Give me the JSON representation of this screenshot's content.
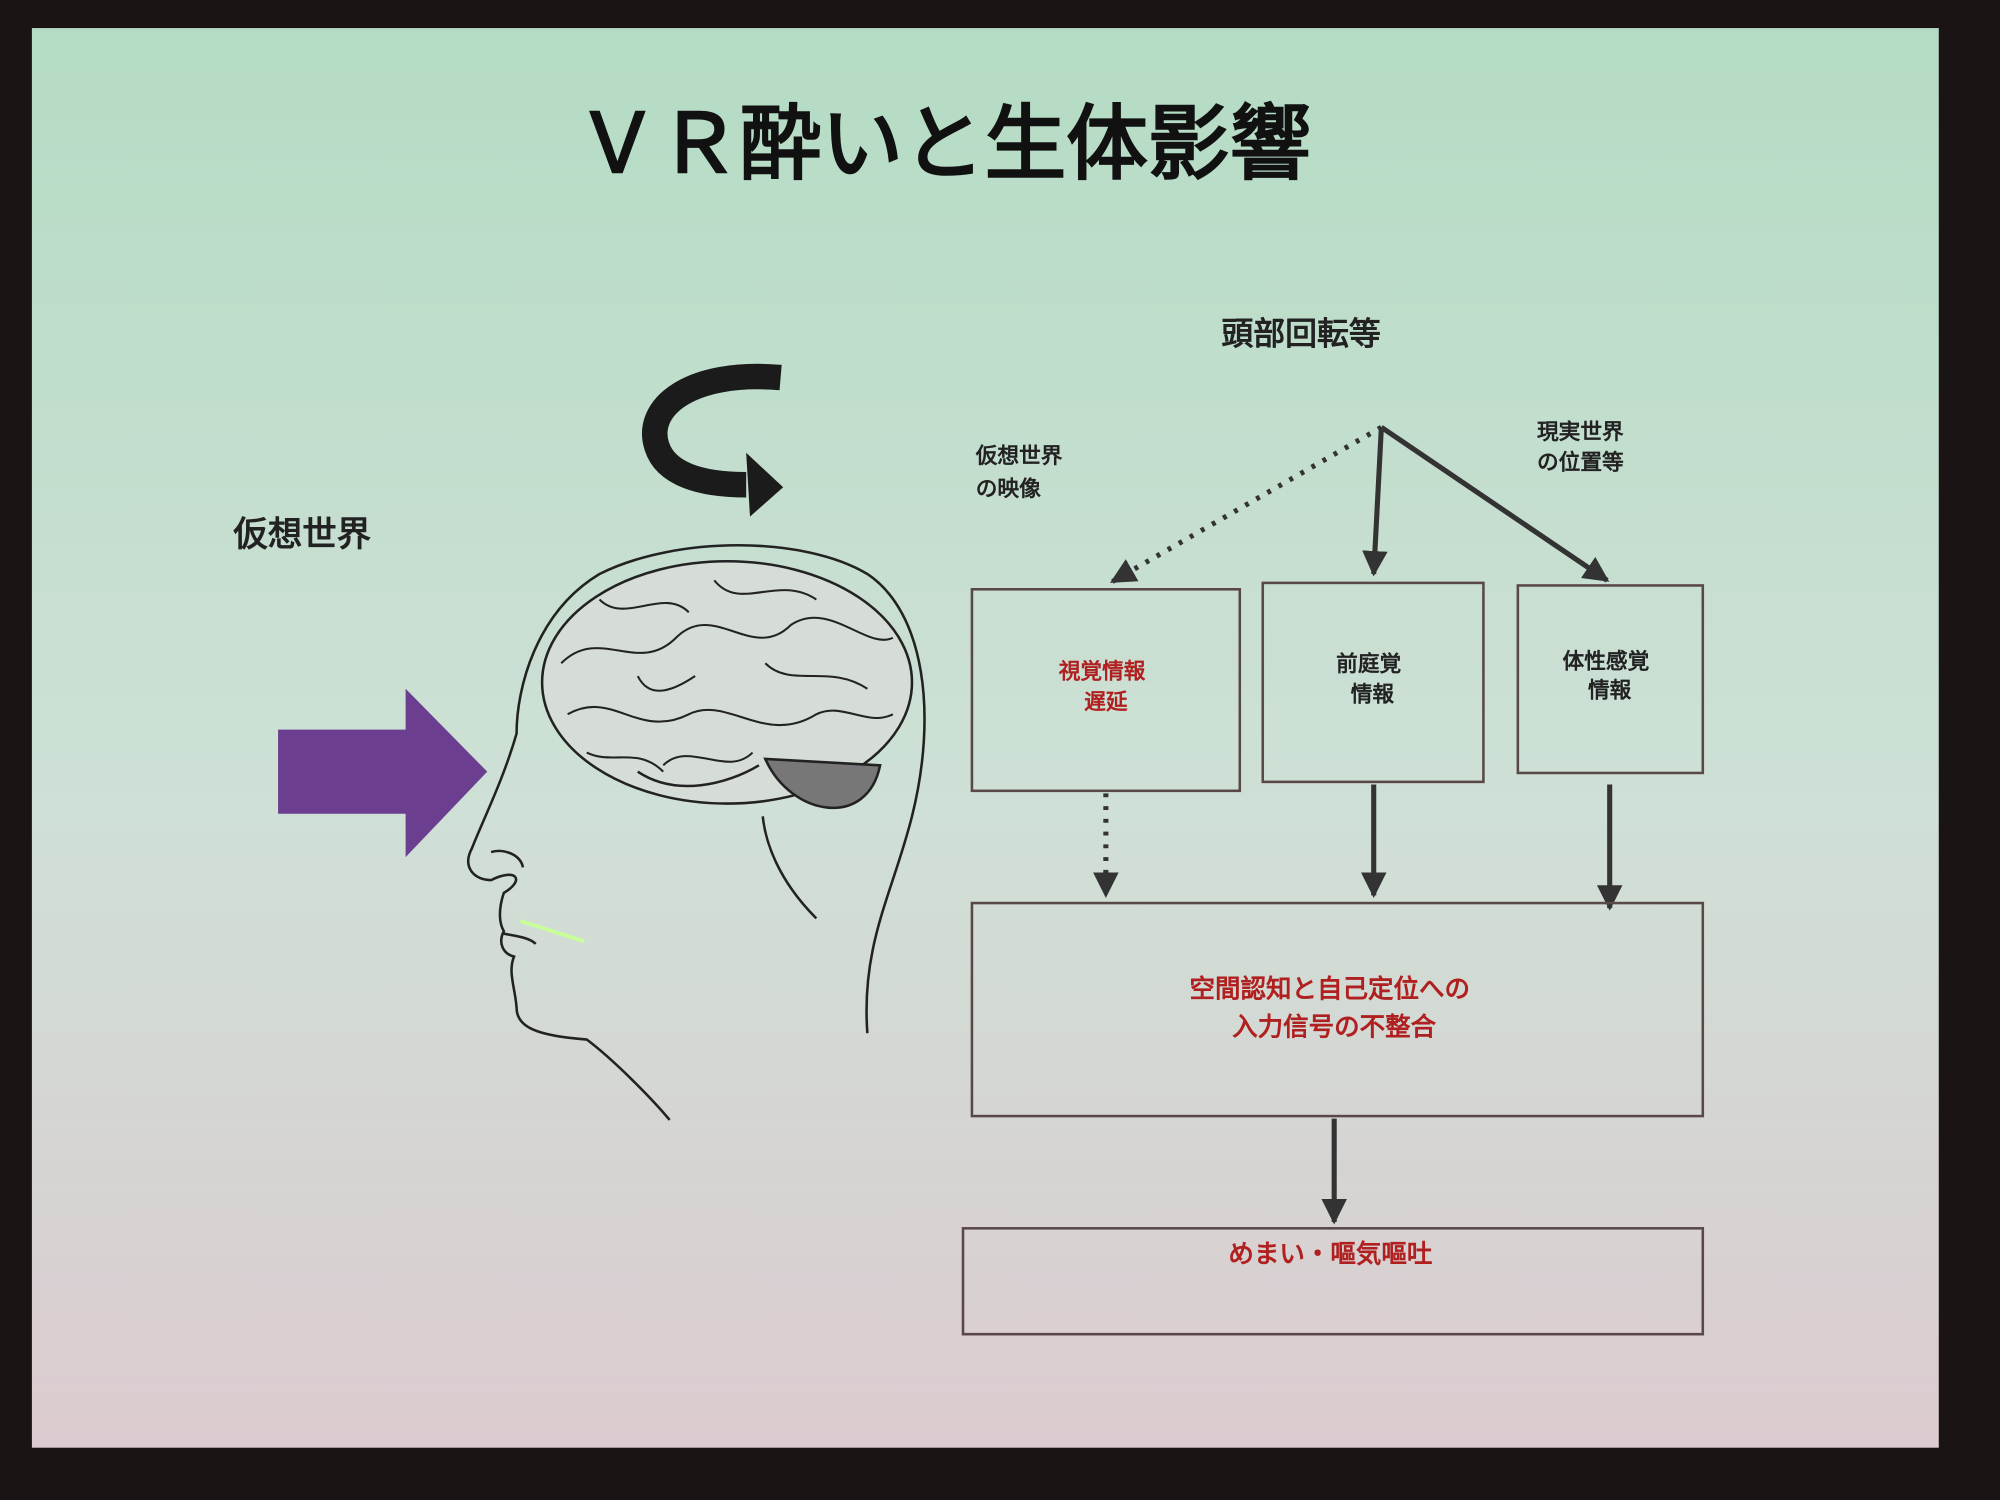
{
  "slide": {
    "title": "ＶＲ酔いと生体影響",
    "virtual_world_label": "仮想世界",
    "head_rotation_label": "頭部回転等",
    "virtual_image_label": [
      "仮想世界",
      "の映像"
    ],
    "real_position_label": [
      "現実世界",
      "の位置等"
    ],
    "boxes": {
      "visual": [
        "視覚情報",
        "遅延"
      ],
      "vestibular": [
        "前庭覚",
        "情報"
      ],
      "somatosensory": [
        "体性感覚",
        "情報"
      ],
      "mismatch": [
        "空間認知と自己定位への",
        "入力信号の不整合"
      ],
      "symptoms": "めまい・嘔気嘔吐"
    }
  },
  "colors": {
    "background_top": "#b4dcc4",
    "background_bottom": "#dccbd0",
    "accent_red": "#b02020",
    "arrow_purple": "#6b3e8f",
    "frame": "#1a1414"
  }
}
